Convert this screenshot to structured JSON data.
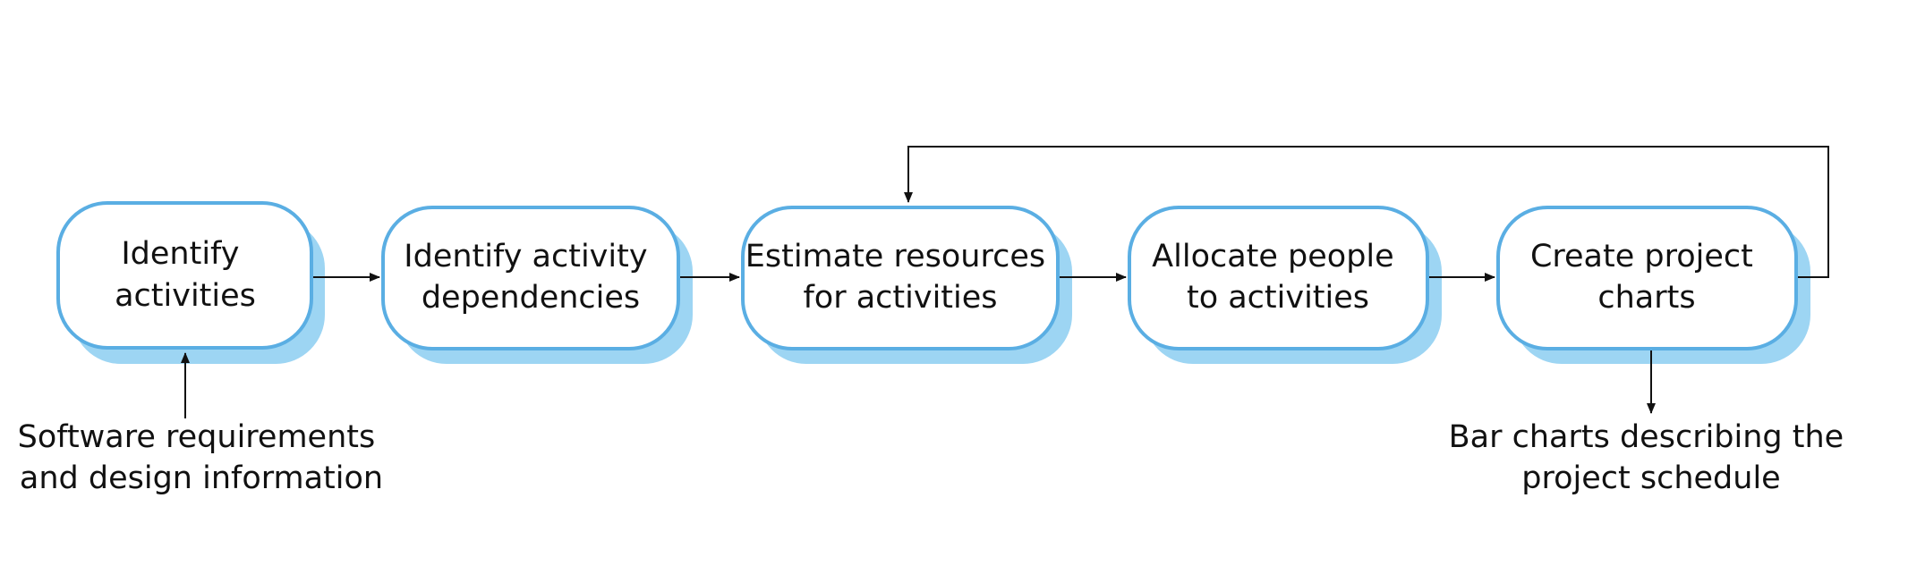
{
  "colors": {
    "box_border": "#5aaee3",
    "box_shadow": "#9dd5f3",
    "box_fill": "#ffffff",
    "line": "#111111",
    "text": "#111111"
  },
  "nodes": [
    {
      "lines": [
        "Identify",
        "activities"
      ]
    },
    {
      "lines": [
        "Identify activity",
        "dependencies"
      ]
    },
    {
      "lines": [
        "Estimate resources",
        "for activities"
      ]
    },
    {
      "lines": [
        "Allocate people",
        "to activities"
      ]
    },
    {
      "lines": [
        "Create project",
        "charts"
      ]
    }
  ],
  "input": {
    "lines": [
      "Software requirements",
      "and design information"
    ]
  },
  "output": {
    "lines": [
      "Bar charts describing the",
      "project schedule"
    ]
  }
}
